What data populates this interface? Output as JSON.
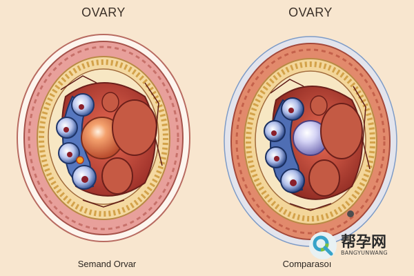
{
  "left": {
    "title": "OVARY",
    "caption": "Semand Orvar"
  },
  "right": {
    "title": "OVARY",
    "caption": "Comparasoı"
  },
  "watermark": {
    "name": "帮孕网",
    "sub": "BANGYUNWANG",
    "icon": "magnifier-logo-icon"
  },
  "colors": {
    "background": "#f8e6cf",
    "outer_tissue": "#e8a09b",
    "fat_layer": "#e9c17a",
    "follicle_blue": "#3e5c9d",
    "core_red": "#c44b3b",
    "egg_orange": "#e2743f",
    "egg_lavender": "#c9c8f2"
  }
}
